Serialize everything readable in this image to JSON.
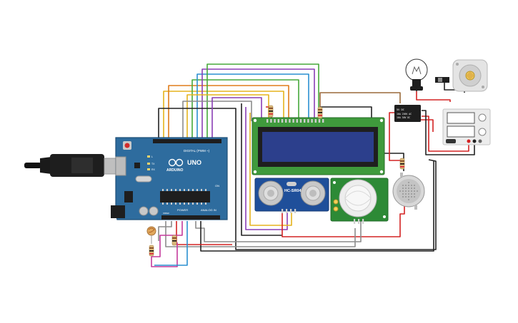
{
  "board": {
    "logo": "UNO",
    "brand": "ARDUINO",
    "digital_label": "DIGITAL (PWM ~)",
    "power_label": "POWER",
    "analog_label": "ANALOG IN",
    "led_tx": "TX",
    "led_rx": "RX",
    "led_l": "L",
    "on_label": "ON",
    "ioref": "IOREF"
  },
  "ultrasonic": {
    "label": "HC-SR04"
  },
  "relay": {
    "line1": "5V  DC",
    "line2": "10A 250V AC",
    "line3": "10A 30V DC"
  },
  "colors": {
    "board": "#2e6c9e",
    "board_dark": "#1f4f78",
    "lcd_pcb": "#3f9a3c",
    "lcd_screen": "#2c3f8c",
    "sensor_pcb": "#1f4f9a",
    "pir_pcb": "#2d8a36",
    "wire_red": "#d42323",
    "wire_black": "#222222",
    "wire_yellow": "#e5b31d",
    "wire_orange": "#e07c1a",
    "wire_green": "#46a83a",
    "wire_blue": "#2a8fd1",
    "wire_purple": "#8a3fb5",
    "wire_brown": "#9a6a3a",
    "wire_gray": "#8c8c8c",
    "wire_pink": "#c43a9c"
  }
}
